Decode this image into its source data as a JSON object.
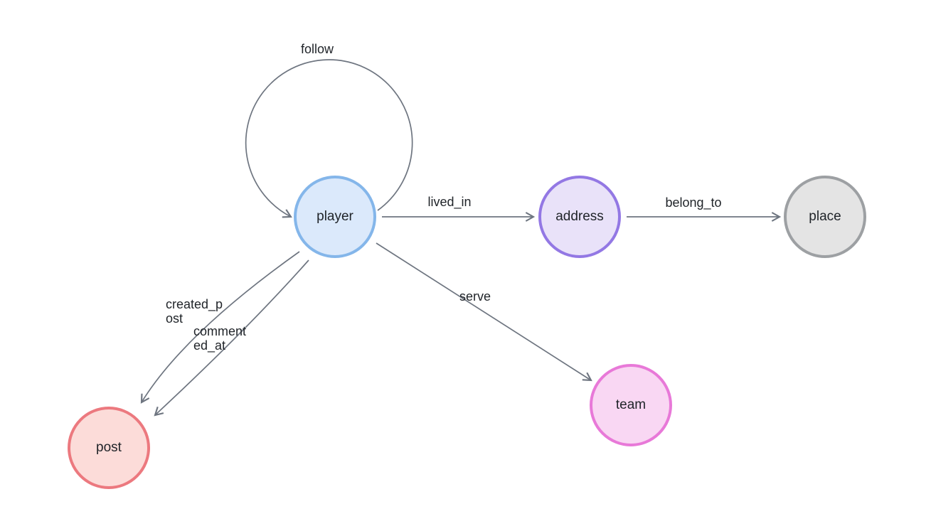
{
  "canvas": {
    "background": "#ffffff",
    "edge_color": "#6e7580",
    "label_color": "#1f2328"
  },
  "nodes": [
    {
      "id": "player",
      "label": "player",
      "fill": "#dbe9fb",
      "border": "#84b6ea"
    },
    {
      "id": "address",
      "label": "address",
      "fill": "#e9e2f9",
      "border": "#9378e4"
    },
    {
      "id": "place",
      "label": "place",
      "fill": "#e4e4e4",
      "border": "#9da0a3"
    },
    {
      "id": "post",
      "label": "post",
      "fill": "#fcdcd9",
      "border": "#ec797f"
    },
    {
      "id": "team",
      "label": "team",
      "fill": "#f9d7f3",
      "border": "#e879d8"
    }
  ],
  "edges": [
    {
      "id": "follow",
      "label": "follow",
      "from": "player",
      "to": "player"
    },
    {
      "id": "lived_in",
      "label": "lived_in",
      "from": "player",
      "to": "address"
    },
    {
      "id": "belong_to",
      "label": "belong_to",
      "from": "address",
      "to": "place"
    },
    {
      "id": "created_post",
      "label": "created_post",
      "label_line1": "created_p",
      "label_line2": "ost",
      "from": "player",
      "to": "post"
    },
    {
      "id": "commented_at",
      "label": "commented_at",
      "label_line1": "comment",
      "label_line2": "ed_at",
      "from": "player",
      "to": "post"
    },
    {
      "id": "serve",
      "label": "serve",
      "from": "player",
      "to": "team"
    }
  ]
}
